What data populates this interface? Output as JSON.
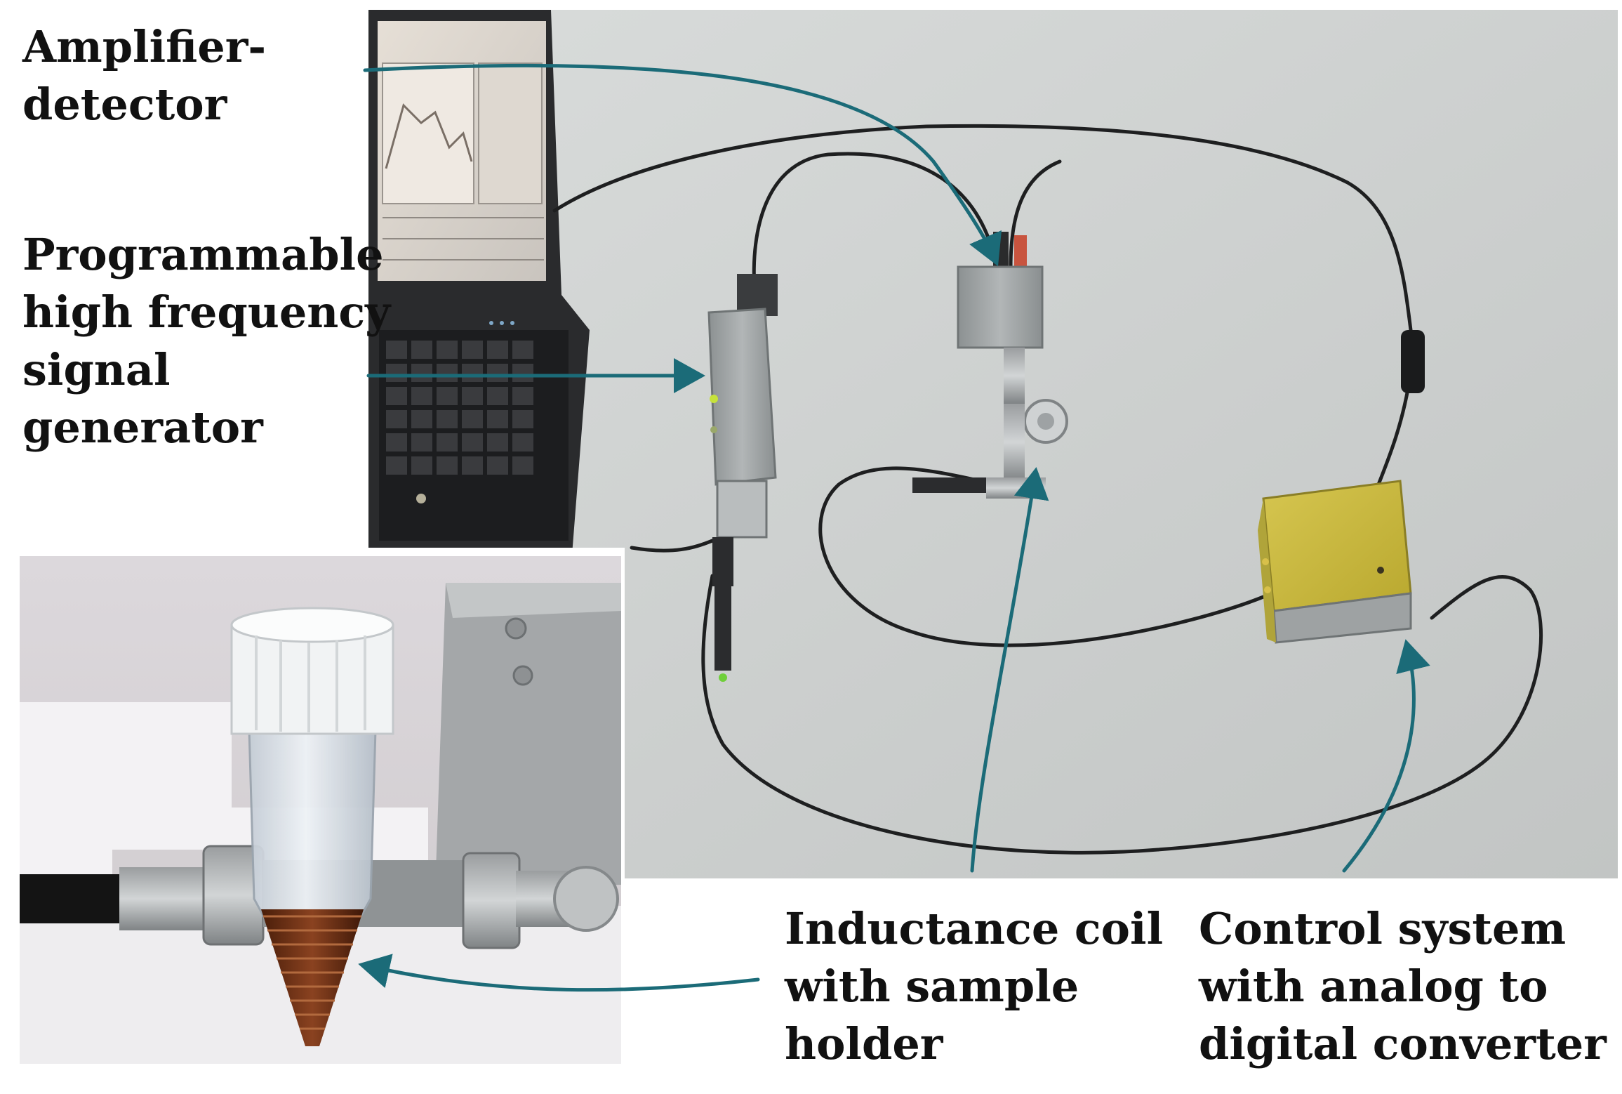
{
  "labels": {
    "amplifier": {
      "lines": [
        "Amplifier-",
        "detector"
      ]
    },
    "generator": {
      "lines": [
        "Programmable",
        "high frequency",
        "signal",
        "generator"
      ]
    },
    "coil": {
      "lines": [
        "Inductance coil",
        "with sample",
        "holder"
      ]
    },
    "control": {
      "lines": [
        "Control system",
        "with analog to",
        "digital converter"
      ]
    }
  },
  "colors": {
    "arrow": "#1b6b78",
    "label_text": "#111111",
    "table_surface": "#cfd2d1",
    "inset_background": "#d6d2d6",
    "control_box_lid": "#c9b83a",
    "coil_copper": "#6b2f12",
    "device_housing": "#9ea3a4",
    "laptop": "#2a2b2d"
  }
}
